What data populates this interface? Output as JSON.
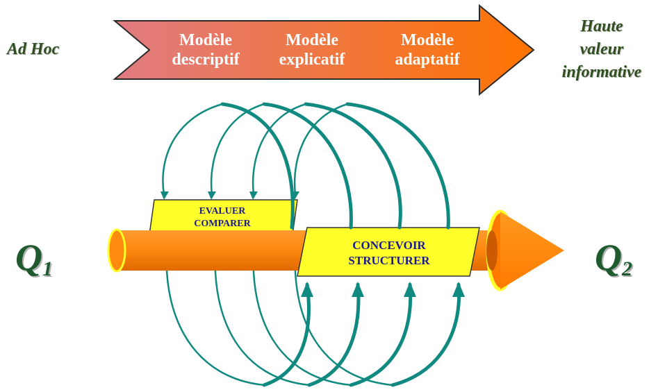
{
  "left_label": "Ad Hoc",
  "right_label": [
    "Haute",
    "valeur",
    "informative"
  ],
  "stages": [
    {
      "line1": "Modèle",
      "line2": "descriptif"
    },
    {
      "line1": "Modèle",
      "line2": "explicatif"
    },
    {
      "line1": "Modèle",
      "line2": "adaptatif"
    }
  ],
  "box_evaluate": {
    "line1": "EVALUER",
    "line2": "COMPARER"
  },
  "box_design": {
    "line1": "CONCEVOIR",
    "line2": "STRUCTURER"
  },
  "q_start": {
    "letter": "Q",
    "sub": "1"
  },
  "q_end": {
    "letter": "Q",
    "sub": "2"
  },
  "colors": {
    "arrow_start": "#e07a7a",
    "arrow_end": "#ff7a00",
    "pipe": "#ff8a10",
    "box_fill": "#ffff2a",
    "loop": "#108a80",
    "text_dark": "#2f4f1f"
  }
}
